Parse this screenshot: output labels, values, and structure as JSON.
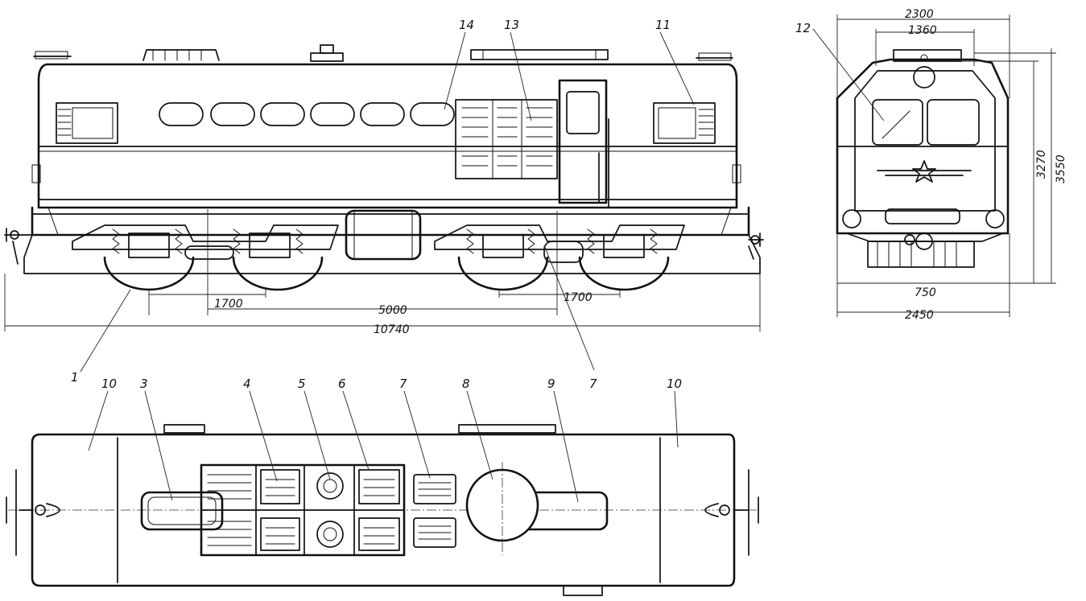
{
  "diagram": {
    "callouts": {
      "c1": "1",
      "c3": "3",
      "c4": "4",
      "c5": "5",
      "c6": "6",
      "c7_top": "7",
      "c7_side": "7",
      "c8": "8",
      "c9": "9",
      "c10_left": "10",
      "c10_right": "10",
      "c11": "11",
      "c12": "12",
      "c13": "13",
      "c14": "14"
    },
    "dimensions": {
      "bogie_wheelbase_left": "1700",
      "bogie_wheelbase_right": "1700",
      "bogie_centres": "5000",
      "overall_length": "10740",
      "overall_width_top": "2300",
      "cab_width": "1360",
      "body_height": "3270",
      "overall_height": "3550",
      "coupler_spacing": "750",
      "overall_width_base": "2450"
    }
  }
}
